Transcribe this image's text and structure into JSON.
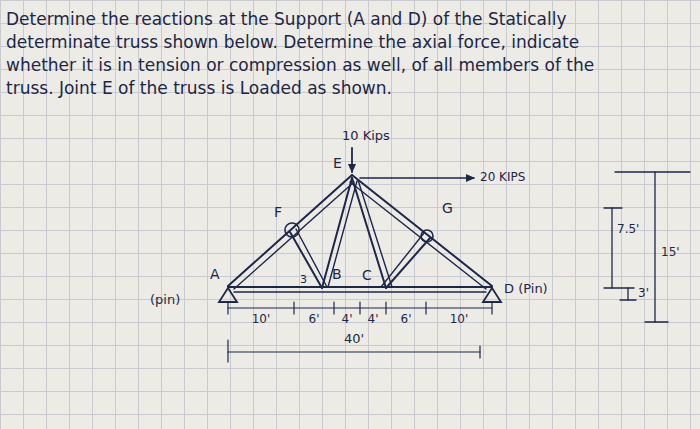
{
  "diagram": {
    "labels": [
      "Determine the reactions at the Support (A and D) of the Statically determinate truss shown below. Determine the axial force, indicate whether it is in tension or compression as well, of all members of the truss. Joint E of the truss is Loaded as shown.",
      "10 Kips",
      "20 KIPS",
      "E",
      "F",
      "G",
      "A",
      "(pin)",
      "B",
      "C",
      "D (Pin)",
      "3",
      "10'",
      "6'",
      "4'",
      "4'",
      "6'",
      "10'",
      "40'",
      "7.5'",
      "15'",
      "3'"
    ]
  }
}
